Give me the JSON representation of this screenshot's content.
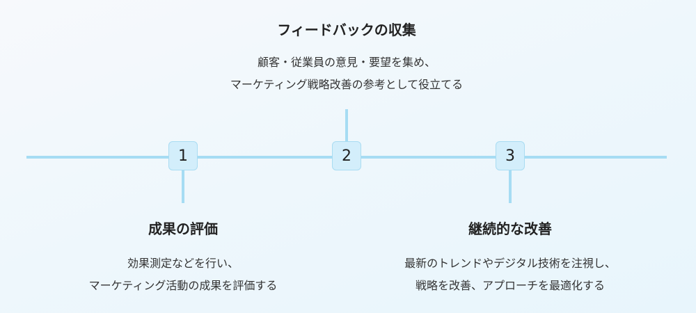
{
  "steps": [
    {
      "number": "1",
      "title": "成果の評価",
      "desc": [
        "効果測定などを行い、",
        "マーケティング活動の成果を評価する"
      ]
    },
    {
      "number": "2",
      "title": "フィードバックの収集",
      "desc": [
        "顧客・従業員の意見・要望を集め、",
        "マーケティング戦略改善の参考として役立てる"
      ]
    },
    {
      "number": "3",
      "title": "継続的な改善",
      "desc": [
        "最新のトレンドやデジタル技術を注視し、",
        "戦略を改善、アプローチを最適化する"
      ]
    }
  ],
  "colors": {
    "line": "#a6dcf3",
    "box_fill": "#d3eefb",
    "box_border": "#a9dcf2"
  }
}
